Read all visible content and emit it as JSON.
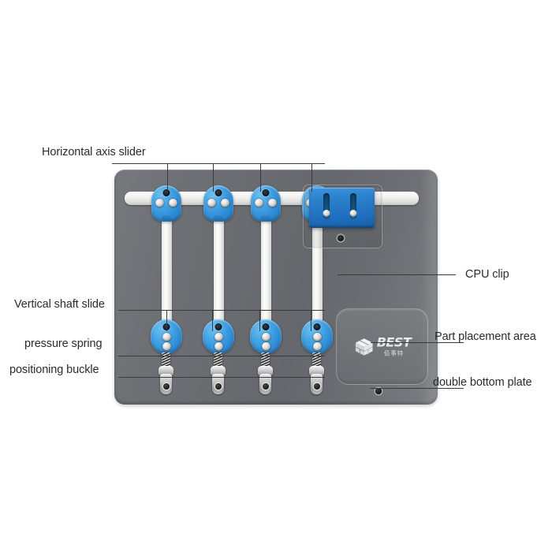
{
  "image": {
    "subject": "PCB repair fixture jig",
    "background_color": "#ffffff"
  },
  "labels": {
    "horizontal_axis_slider": "Horizontal axis slider",
    "vertical_shaft_slide": "Vertical shaft slide",
    "pressure_spring": "pressure spring",
    "positioning_buckle": "positioning buckle",
    "cpu_clip": "CPU clip",
    "part_placement_area": "Part placement area",
    "double_bottom_plate": "double bottom plate"
  },
  "logo": {
    "brand": "BEST",
    "subtext": "佰事特",
    "icon": "cube-icon"
  },
  "colors": {
    "plate_gray": "#6b6e72",
    "slider_blue": "#3c9ae0",
    "clip_blue": "#2878c8",
    "rail_white": "#f4f4f3",
    "metal_silver": "#c4c4c4",
    "label_text": "#2b2b2b",
    "leader_line": "#3a3a3a"
  },
  "counts": {
    "top_sliders": 4,
    "bottom_sliders": 4,
    "vertical_shafts": 4,
    "clip_slots": 2
  }
}
